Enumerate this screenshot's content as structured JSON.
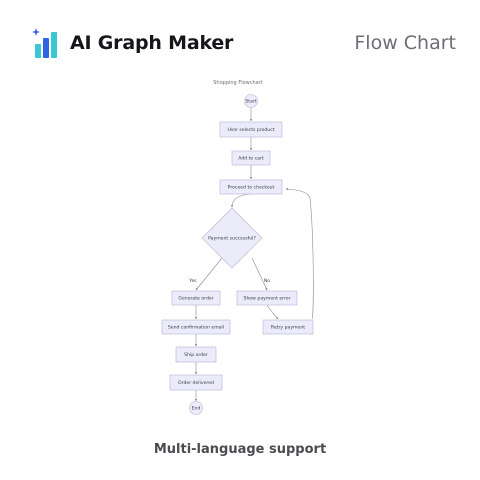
{
  "header": {
    "brand": "AI Graph Maker",
    "chart_type": "Flow Chart"
  },
  "flowchart": {
    "title": "Shopping Flowchart",
    "nodes": {
      "start": "Start",
      "select": "User selects product",
      "cart": "Add to cart",
      "checkout": "Proceed to checkout",
      "decision": "Payment successful?",
      "generate": "Generate order",
      "error": "Show payment error",
      "email": "Send confirmation email",
      "retry": "Retry payment",
      "ship": "Ship order",
      "delivered": "Order delivered",
      "end": "End"
    },
    "edges": {
      "yes": "Yes",
      "no": "No"
    }
  },
  "footer": {
    "caption": "Multi-language support"
  },
  "colors": {
    "node_fill": "#ebebf9",
    "node_stroke": "#b6b2d6",
    "edge": "#8a8aa0",
    "logo_teal": "#39c7d3",
    "logo_blue": "#2f63e6"
  },
  "icons": {
    "logo": "bar-chart-sparkle-icon"
  }
}
